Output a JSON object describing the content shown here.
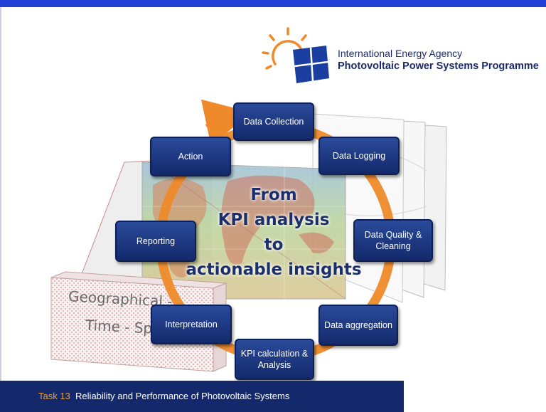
{
  "logo": {
    "line1": "International Energy Agency",
    "line2": "Photovoltaic Power Systems Programme",
    "sun_icon": "sun-icon",
    "panel_icon": "solar-panel-icon"
  },
  "cycle": {
    "steps": [
      "Data Collection",
      "Data Logging",
      "Data Quality & Cleaning",
      "Data aggregation",
      "KPI calculation & Analysis",
      "Interpretation",
      "Reporting",
      "Action"
    ]
  },
  "center": {
    "line1": "From",
    "line2": "KPI analysis",
    "line3": "to",
    "line4": "actionable insights"
  },
  "background": {
    "geo_line1": "Geographical -",
    "geo_line2": "Time - Space"
  },
  "footer": {
    "task": "Task 13",
    "title": "Reliability and Performance of Photovoltaic Systems"
  },
  "colors": {
    "top_bar": "#1f3fd6",
    "box_fill": "#1b3478",
    "ring": "#ee8a2a",
    "footer": "#13296b",
    "footer_task": "#e8a030",
    "logo_text": "#1b2b6b"
  }
}
